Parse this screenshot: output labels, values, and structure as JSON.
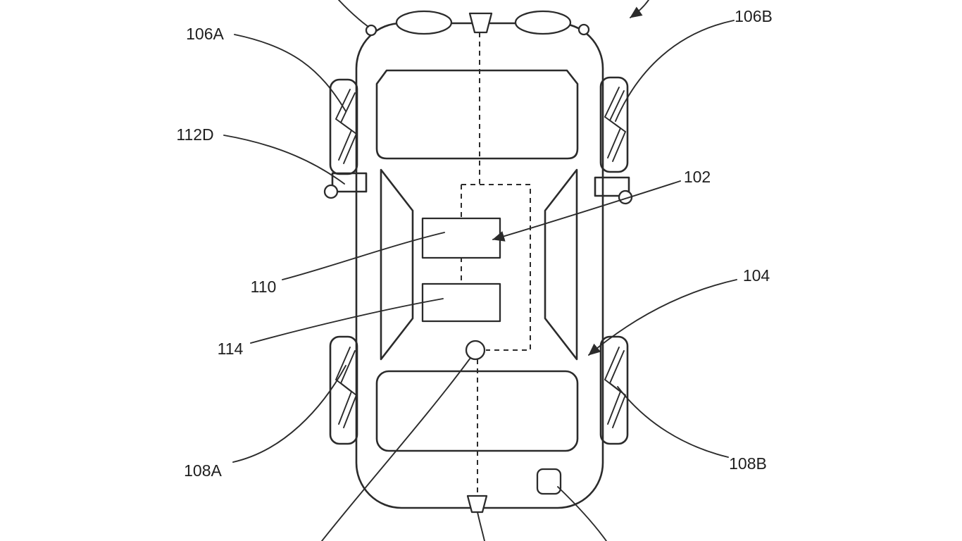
{
  "figure": {
    "kind": "patent-drawing",
    "description": "Top-down schematic view of a vehicle with numbered reference leader lines",
    "background_color": "#ffffff",
    "line_color": "#2b2b2b",
    "labels": [
      {
        "ref": "106A",
        "text": "106A"
      },
      {
        "ref": "106B",
        "text": "106B"
      },
      {
        "ref": "112D",
        "text": "112D"
      },
      {
        "ref": "102",
        "text": "102"
      },
      {
        "ref": "110",
        "text": "110"
      },
      {
        "ref": "104",
        "text": "104"
      },
      {
        "ref": "114",
        "text": "114"
      },
      {
        "ref": "108A",
        "text": "108A"
      },
      {
        "ref": "108B",
        "text": "108B"
      }
    ]
  }
}
